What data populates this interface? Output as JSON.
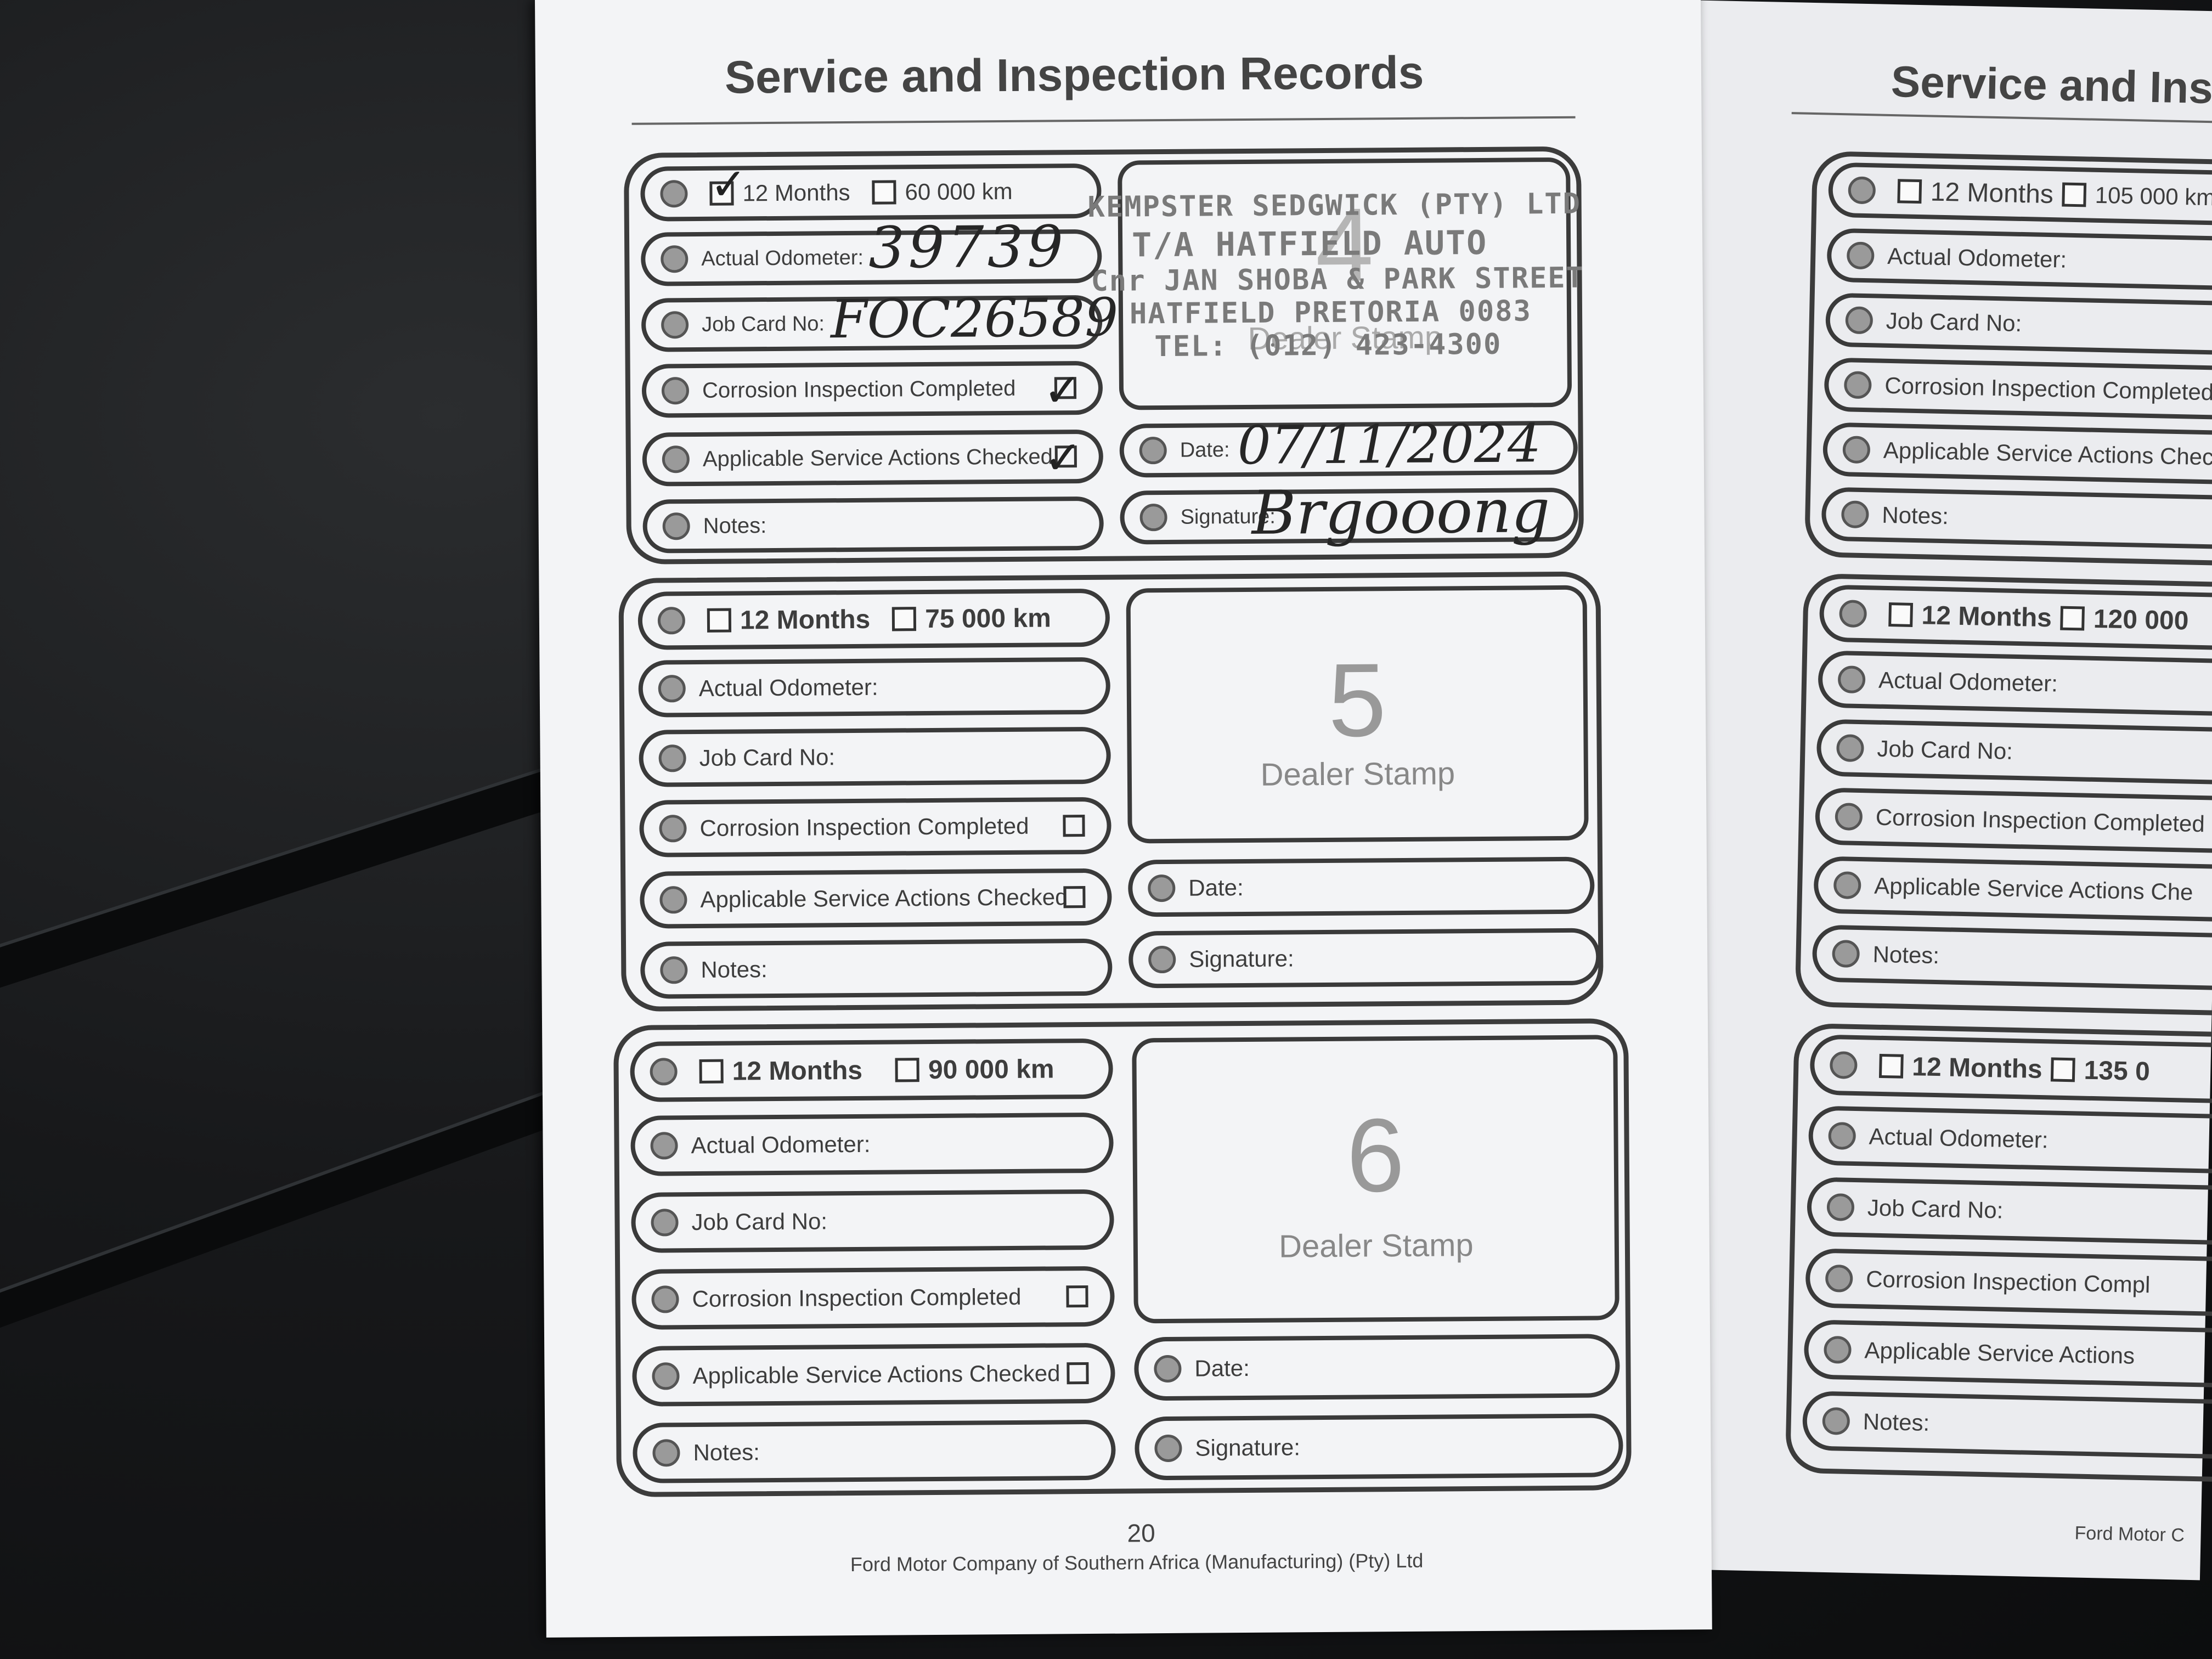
{
  "page_title": "Service and Inspection Records",
  "page_title_right": "Service and Insp",
  "labels": {
    "months": "12 Months",
    "odometer": "Actual Odometer:",
    "job_card": "Job Card No:",
    "corrosion": "Corrosion Inspection Completed",
    "service_actions": "Applicable Service Actions Checked",
    "notes": "Notes:",
    "date": "Date:",
    "signature": "Signature:",
    "dealer_stamp": "Dealer Stamp"
  },
  "records": [
    {
      "number": "4",
      "km": "60 000 km",
      "odometer_value": "39739",
      "job_card_value": "FOC26589",
      "date_value": "07/11/2024",
      "signature_value": "Brgooong"
    },
    {
      "number": "5",
      "km": "75 000 km"
    },
    {
      "number": "6",
      "km": "90 000 km"
    }
  ],
  "dealer_stamp_lines": [
    "KEMPSTER SEDGWICK (PTY) LTD",
    "T/A HATFIELD AUTO",
    "Cnr JAN SHOBA & PARK STREET",
    "HATFIELD PRETORIA 0083",
    "TEL: (012) 423-4300"
  ],
  "right_page": {
    "records": [
      {
        "km": "105 000 km",
        "labels": [
          "Actual Odometer:",
          "Job Card No:",
          "Corrosion Inspection Completed",
          "Applicable Service Actions Checked",
          "Notes:"
        ]
      },
      {
        "km": "120 000",
        "labels": [
          "Actual Odometer:",
          "Job Card No:",
          "Corrosion Inspection Completed",
          "Applicable Service Actions Che",
          "Notes:"
        ]
      },
      {
        "km": "135 0",
        "labels": [
          "Actual Odometer:",
          "Job Card No:",
          "Corrosion Inspection Compl",
          "Applicable Service Actions",
          "Notes:"
        ]
      }
    ],
    "footer": "Ford Motor C"
  },
  "page_number": "20",
  "footer": "Ford Motor Company of Southern Africa (Manufacturing) (Pty) Ltd"
}
